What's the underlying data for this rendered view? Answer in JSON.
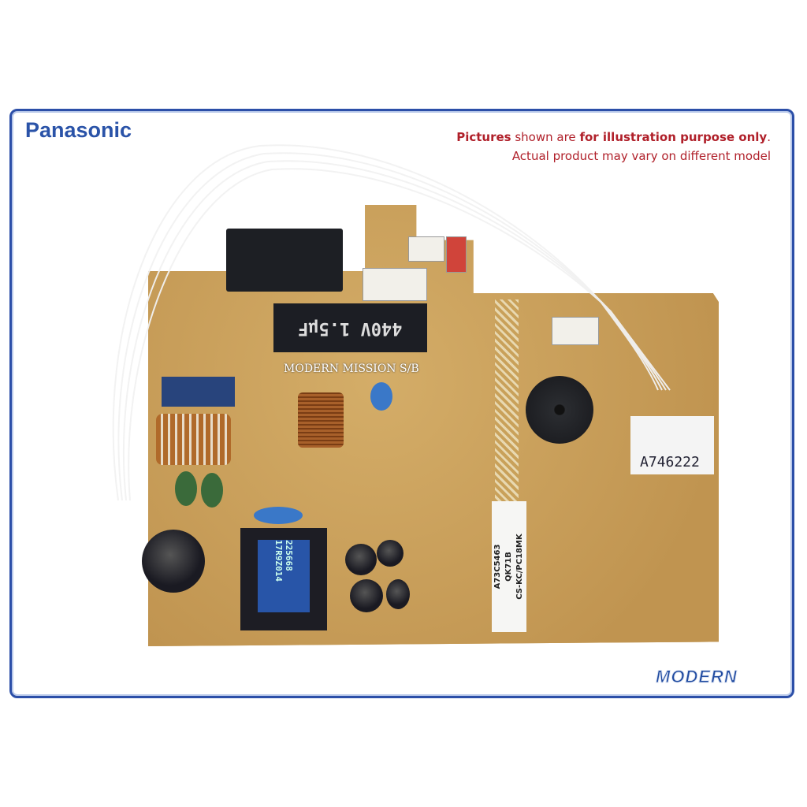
{
  "brand": "Panasonic",
  "disclaimer": {
    "line1_bold1": "Pictures",
    "line1_mid": " shown are ",
    "line1_bold2": "for illustration purpose only",
    "line1_end": ".",
    "line2": "Actual product may vary on different model"
  },
  "watermark": "MODERN MISSION S/B",
  "logo": "MODERN",
  "board": {
    "capacitor_label": "440V 1.5μF",
    "transformer_label": "225668 17R9Z014",
    "sticker_id": "A746222",
    "part_label": [
      "A73C5463",
      "QK71B",
      "CS-KC/PC18MK"
    ]
  },
  "colors": {
    "frame": "#2c4fa8",
    "brand": "#2a53a8",
    "disclaimer": "#b0202a",
    "pcb": "#c9a15a"
  }
}
